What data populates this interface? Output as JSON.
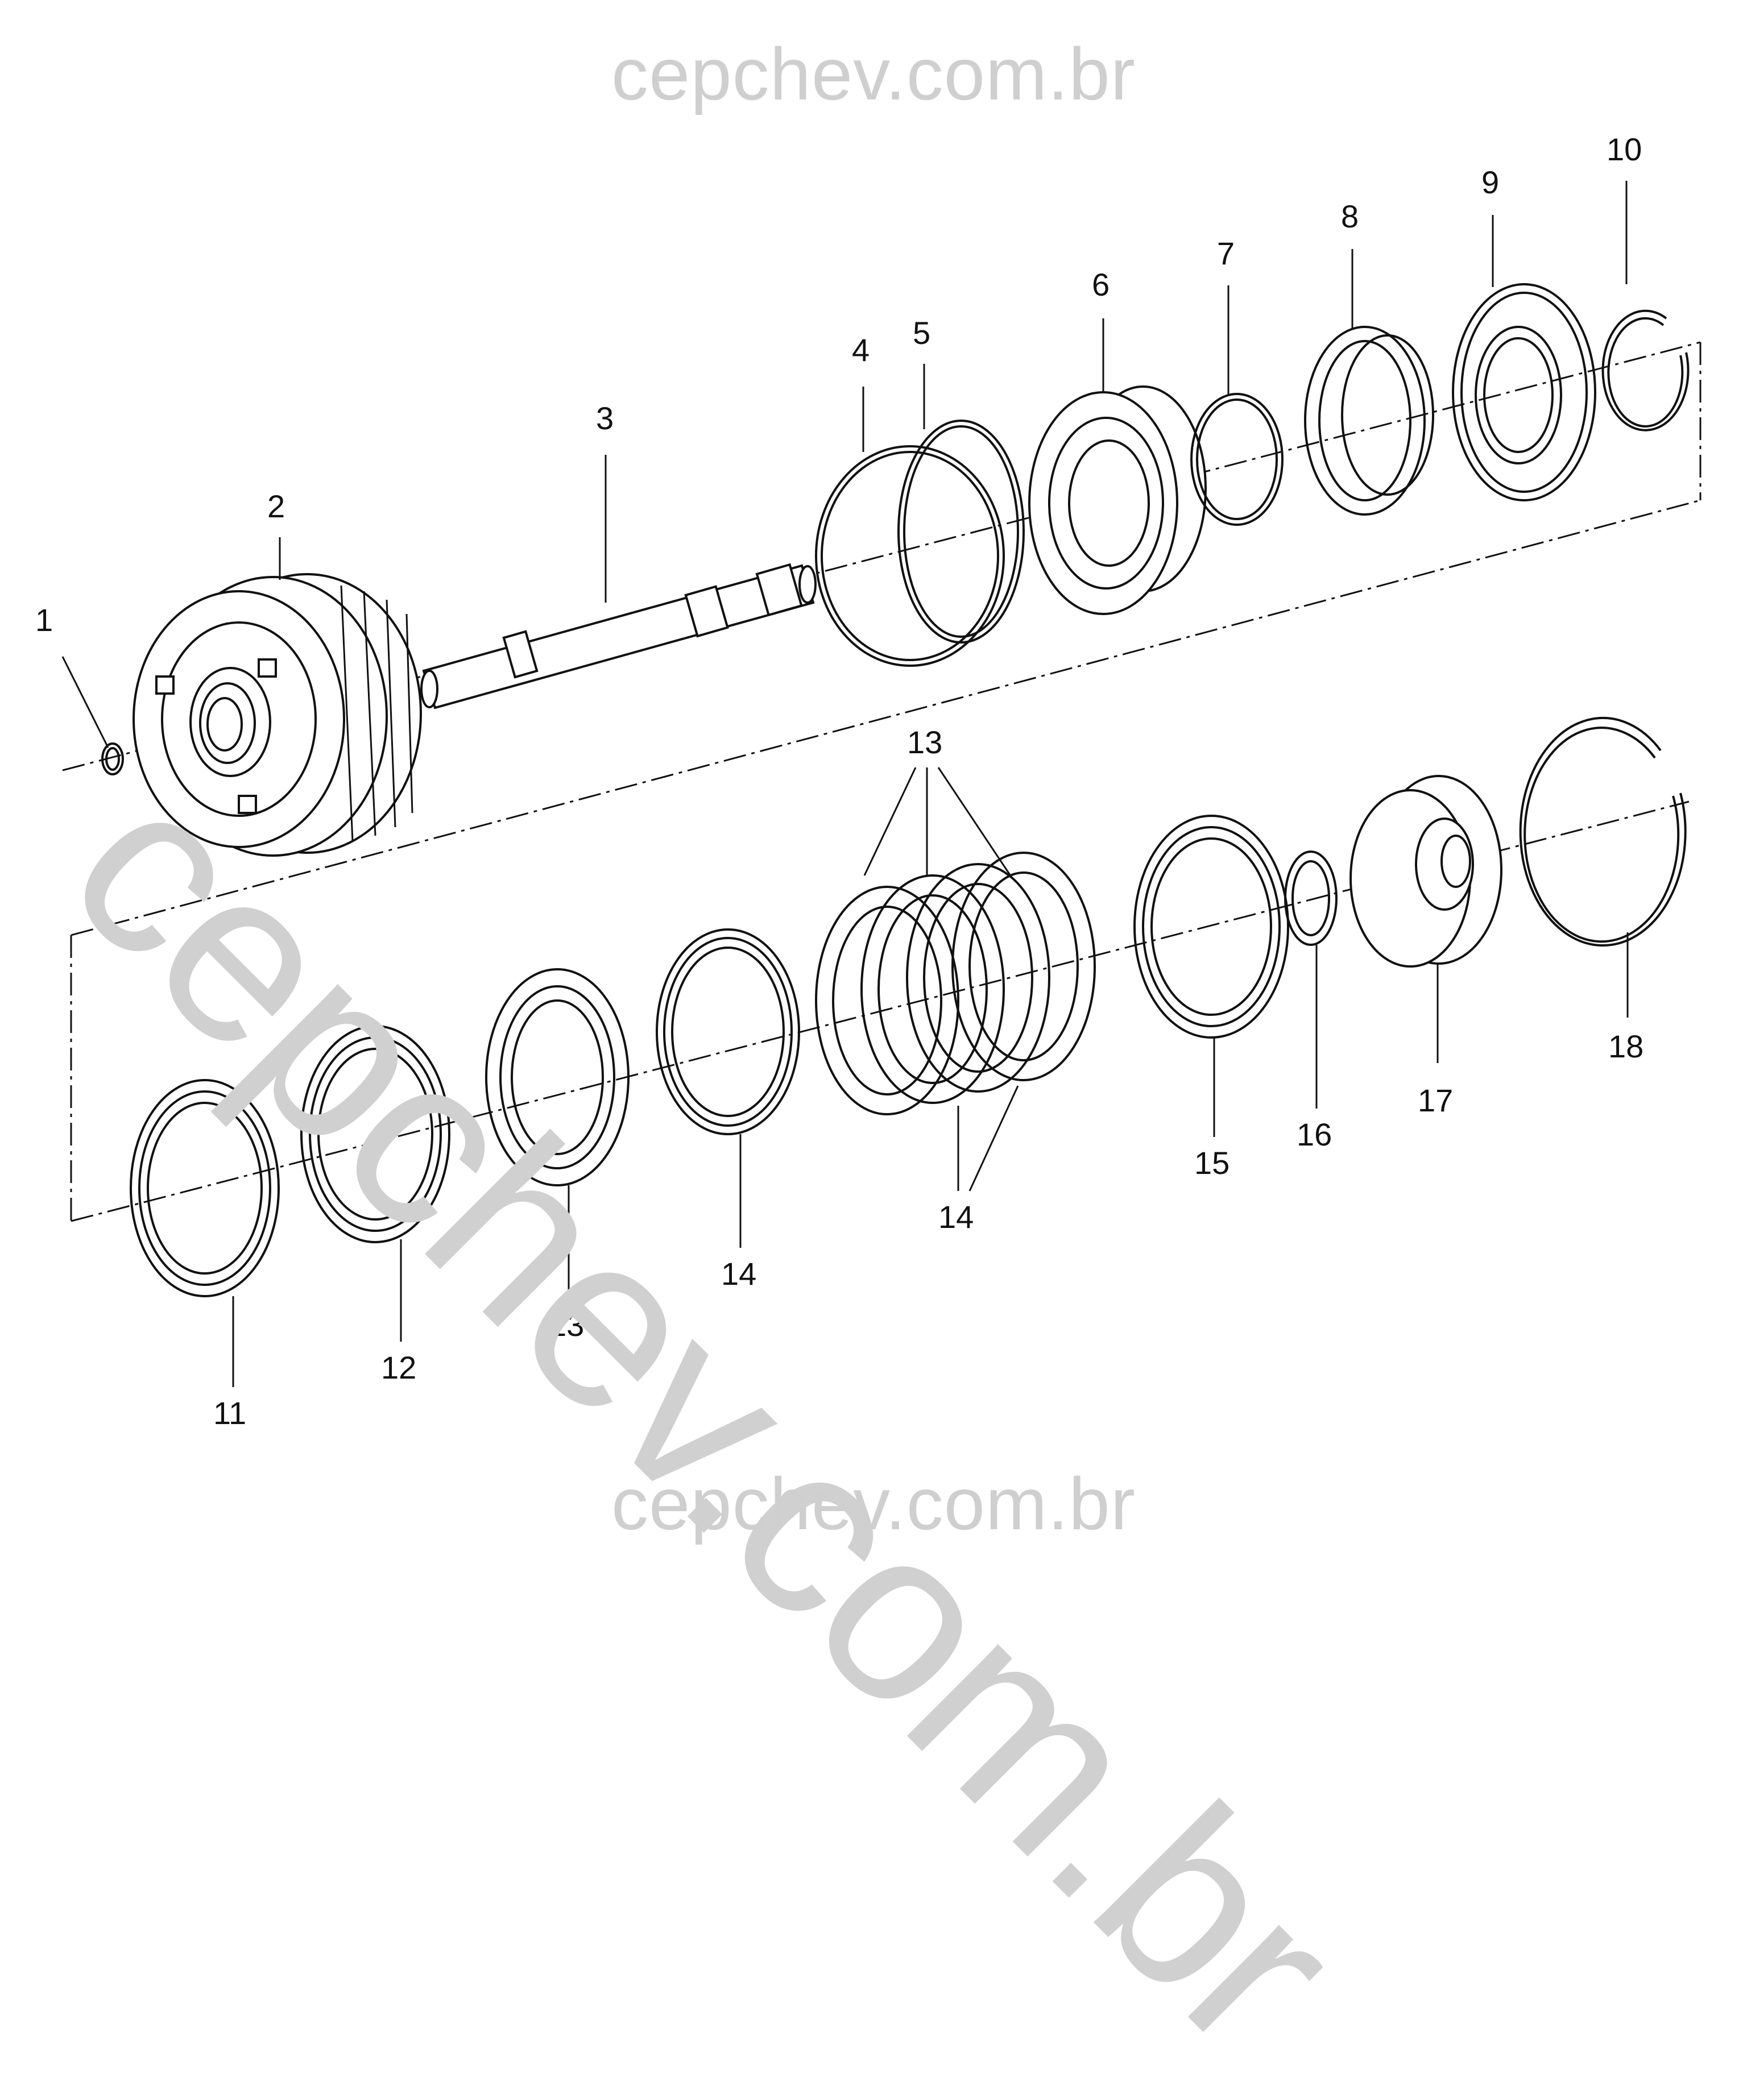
{
  "watermarks": {
    "top": "cepchev.com.br",
    "bottom": "cepchev.com.br",
    "diagonal": "cepchev.com.br"
  },
  "callouts": {
    "c1": "1",
    "c2": "2",
    "c3": "3",
    "c4": "4",
    "c5": "5",
    "c6": "6",
    "c7": "7",
    "c8": "8",
    "c9": "9",
    "c10": "10",
    "c11": "11",
    "c12": "12",
    "c13a": "13",
    "c13b": "13",
    "c14a": "14",
    "c14b": "14",
    "c15": "15",
    "c16": "16",
    "c17": "17",
    "c18": "18"
  },
  "colors": {
    "line": "#111111",
    "watermark": "#cfcfcf"
  }
}
